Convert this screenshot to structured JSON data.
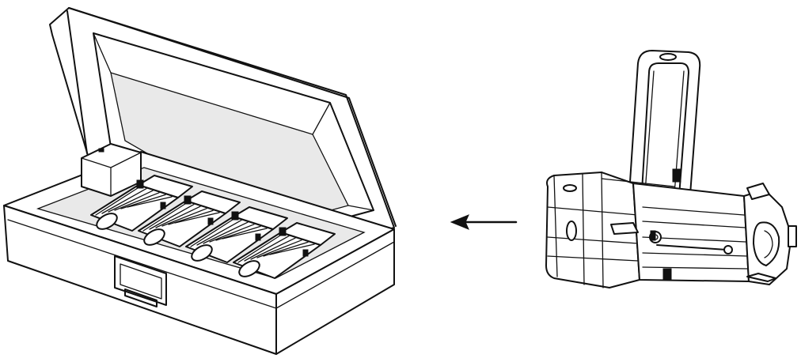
{
  "diagram": {
    "figures": [
      {
        "name": "storage case",
        "icon": "open-flight-case-with-four-fixtures"
      },
      {
        "name": "fixture",
        "icon": "profile-spotlight-fixture"
      }
    ],
    "connector": {
      "icon": "arrow-left-icon",
      "direction": "left"
    },
    "case_fixture_count": 4,
    "colors": {
      "line": "#111111",
      "background": "#ffffff"
    }
  }
}
